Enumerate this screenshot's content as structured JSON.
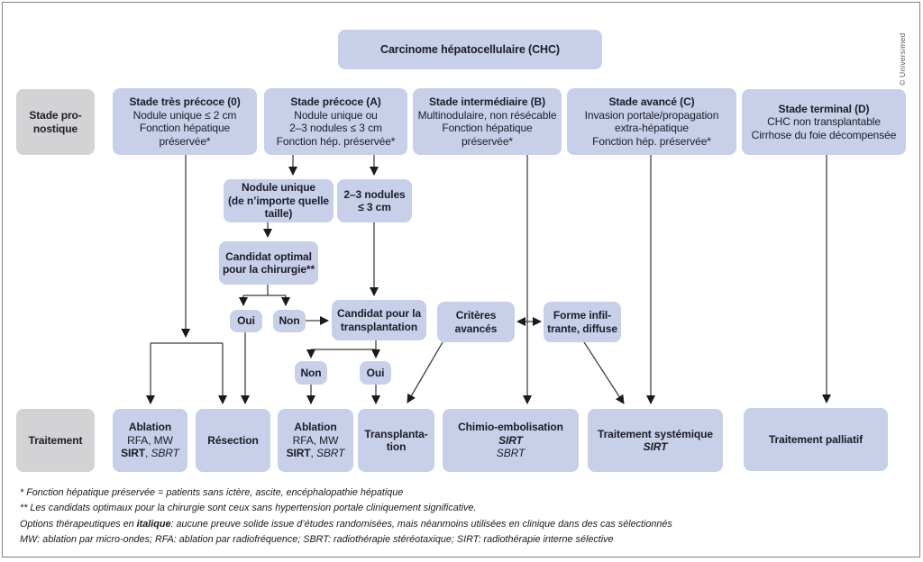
{
  "copyright": "© Universimed",
  "colors": {
    "box_blue": "#c7cfe9",
    "box_gray": "#d3d3d5",
    "line": "#3a3a3a",
    "text": "#1c1c26"
  },
  "nodes": {
    "chc": [
      [
        {
          "t": "Carcinome hépatocellulaire (CHC)",
          "b": true
        }
      ]
    ],
    "stage_label": [
      [
        {
          "t": "Stade pro-",
          "b": true
        }
      ],
      [
        {
          "t": "nostique",
          "b": true
        }
      ]
    ],
    "stage0": [
      [
        {
          "t": "Stade très précoce (0)",
          "b": true
        }
      ],
      [
        {
          "t": "Nodule unique ≤ 2 cm"
        }
      ],
      [
        {
          "t": "Fonction hépatique"
        }
      ],
      [
        {
          "t": "préservée*"
        }
      ]
    ],
    "stageA": [
      [
        {
          "t": "Stade précoce (A)",
          "b": true
        }
      ],
      [
        {
          "t": "Nodule unique ou"
        }
      ],
      [
        {
          "t": "2–3 nodules ≤ 3 cm"
        }
      ],
      [
        {
          "t": "Fonction hép. préservée*"
        }
      ]
    ],
    "stageB": [
      [
        {
          "t": "Stade intermédiaire (B)",
          "b": true
        }
      ],
      [
        {
          "t": "Multinodulaire, non résécable"
        }
      ],
      [
        {
          "t": "Fonction hépatique"
        }
      ],
      [
        {
          "t": "préservée*"
        }
      ]
    ],
    "stageC": [
      [
        {
          "t": "Stade avancé (C)",
          "b": true
        }
      ],
      [
        {
          "t": "Invasion portale/propagation"
        }
      ],
      [
        {
          "t": "extra-hépatique"
        }
      ],
      [
        {
          "t": "Fonction hép. préservée*"
        }
      ]
    ],
    "stageD": [
      [
        {
          "t": "Stade terminal (D)",
          "b": true
        }
      ],
      [
        {
          "t": "CHC non transplantable"
        }
      ],
      [
        {
          "t": "Cirrhose du foie décompensée"
        }
      ]
    ],
    "nodule_unique": [
      [
        {
          "t": "Nodule unique",
          "b": true
        }
      ],
      [
        {
          "t": "(de n’importe quelle",
          "b": true
        }
      ],
      [
        {
          "t": "taille)",
          "b": true
        }
      ]
    ],
    "nodules23": [
      [
        {
          "t": "2–3 nodules",
          "b": true
        }
      ],
      [
        {
          "t": "≤ 3 cm",
          "b": true
        }
      ]
    ],
    "candidat_chirurgie": [
      [
        {
          "t": "Candidat optimal",
          "b": true
        }
      ],
      [
        {
          "t": "pour la chirurgie**",
          "b": true
        }
      ]
    ],
    "oui1": [
      [
        {
          "t": "Oui",
          "b": true
        }
      ]
    ],
    "non1": [
      [
        {
          "t": "Non",
          "b": true
        }
      ]
    ],
    "candidat_transplantation": [
      [
        {
          "t": "Candidat pour la",
          "b": true
        }
      ],
      [
        {
          "t": "transplantation",
          "b": true
        }
      ]
    ],
    "criteres_avances": [
      [
        {
          "t": "Critères",
          "b": true
        }
      ],
      [
        {
          "t": "avancés",
          "b": true
        }
      ]
    ],
    "forme_infiltrante": [
      [
        {
          "t": "Forme infil-",
          "b": true
        }
      ],
      [
        {
          "t": "trante, diffuse",
          "b": true
        }
      ]
    ],
    "non2": [
      [
        {
          "t": "Non",
          "b": true
        }
      ]
    ],
    "oui2": [
      [
        {
          "t": "Oui",
          "b": true
        }
      ]
    ],
    "traitement_label": [
      [
        {
          "t": "Traitement",
          "b": true
        }
      ]
    ],
    "ablation1": [
      [
        {
          "t": "Ablation",
          "b": true
        }
      ],
      [
        {
          "t": "RFA, MW"
        }
      ],
      [
        {
          "t": "SIRT",
          "b": true
        },
        {
          "t": ", "
        },
        {
          "t": "SBRT",
          "i": true
        }
      ]
    ],
    "resection": [
      [
        {
          "t": "Résection",
          "b": true
        }
      ]
    ],
    "ablation2": [
      [
        {
          "t": "Ablation",
          "b": true
        }
      ],
      [
        {
          "t": "RFA, MW"
        }
      ],
      [
        {
          "t": "SIRT",
          "b": true
        },
        {
          "t": ", "
        },
        {
          "t": "SBRT",
          "i": true
        }
      ]
    ],
    "transplantation": [
      [
        {
          "t": "Transplanta-",
          "b": true
        }
      ],
      [
        {
          "t": "tion",
          "b": true
        }
      ]
    ],
    "chimio_embolisation": [
      [
        {
          "t": "Chimio-embolisation",
          "b": true
        }
      ],
      [
        {
          "t": "SIRT",
          "b": true,
          "i": true
        }
      ],
      [
        {
          "t": "SBRT",
          "i": true
        }
      ]
    ],
    "traitement_systemique": [
      [
        {
          "t": "Traitement systémique",
          "b": true
        }
      ],
      [
        {
          "t": "SIRT",
          "b": true,
          "i": true
        }
      ]
    ],
    "traitement_palliatif": [
      [
        {
          "t": "Traitement palliatif",
          "b": true
        }
      ]
    ]
  },
  "footnotes": [
    [
      {
        "t": "* Fonction hépatique préservée = patients sans ictère, ascite, encéphalopathie hépatique"
      }
    ],
    [
      {
        "t": "** Les candidats optimaux pour la chirurgie sont ceux sans hypertension portale cliniquement significative."
      }
    ],
    [
      {
        "t": "Options thérapeutiques en "
      },
      {
        "t": "italique",
        "b": true
      },
      {
        "t": ": aucune preuve solide issue d’études randomisées, mais néanmoins utilisées en clinique dans des cas sélectionnés"
      }
    ],
    [
      {
        "t": "MW: ablation par micro-ondes; RFA: ablation par radiofréquence; SBRT: radiothérapie stéréotaxique; SIRT: radiothérapie interne sélective"
      }
    ]
  ]
}
